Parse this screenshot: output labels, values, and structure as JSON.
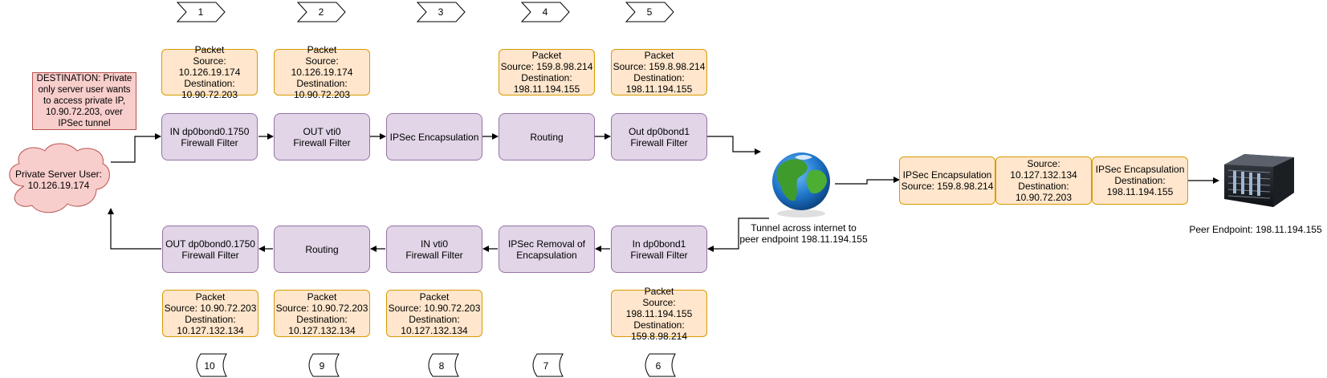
{
  "steps_top": [
    "1",
    "2",
    "3",
    "4",
    "5"
  ],
  "steps_bottom": [
    "10",
    "9",
    "8",
    "7",
    "6"
  ],
  "destination_note": "DESTINATION: Private only server user wants to access private IP, 10.90.72.203, over IPSec tunnel",
  "user_cloud": "Private Server User:\n10.126.19.174",
  "top_packets": [
    "Packet\nSource:\n10.126.19.174\nDestination:\n10.90.72.203",
    "Packet\nSource:\n10.126.19.174\nDestination:\n10.90.72.203",
    "Packet\nSource: 159.8.98.214\nDestination:\n198.11.194.155",
    "Packet\nSource: 159.8.98.214\nDestination:\n198.11.194.155"
  ],
  "top_stages": [
    "IN dp0bond0.1750\nFirewall Filter",
    "OUT vti0\nFirewall Filter",
    "IPSec Encapsulation",
    "Routing",
    "Out dp0bond1\nFirewall Filter"
  ],
  "bottom_stages": [
    "OUT dp0bond0.1750\nFirewall Filter",
    "Routing",
    "IN vti0\nFirewall Filter",
    "IPSec Removal of\nEncapsulation",
    "In dp0bond1\nFirewall Filter"
  ],
  "bottom_packets": [
    "Packet\nSource: 10.90.72.203\nDestination:\n10.127.132.134",
    "Packet\nSource: 10.90.72.203\nDestination:\n10.127.132.134",
    "Packet\nSource: 10.90.72.203\nDestination:\n10.127.132.134",
    "Packet\nSource:\n198.11.194.155\nDestination:\n159.8.98.214"
  ],
  "tunnel_label": "Tunnel across internet to\npeer endpoint 198.11.194.155",
  "encapsulated_packet": [
    "IPSec Encapsulation\nSource: 159.8.98.214",
    "Source:\n10.127.132.134\nDestination:\n10.90.72.203",
    "IPSec Encapsulation\nDestination:\n198.11.194.155"
  ],
  "peer_label": "Peer Endpoint: 198.11.194.155",
  "colors": {
    "stage_fill": "#e1d5e7",
    "stage_border": "#9673a6",
    "packet_fill": "#ffe6cc",
    "packet_border": "#d79b00",
    "note_fill": "#f8cecc",
    "note_border": "#b85450"
  },
  "icons": [
    "globe-icon",
    "server-icon",
    "cloud-shape",
    "step-chevron"
  ]
}
